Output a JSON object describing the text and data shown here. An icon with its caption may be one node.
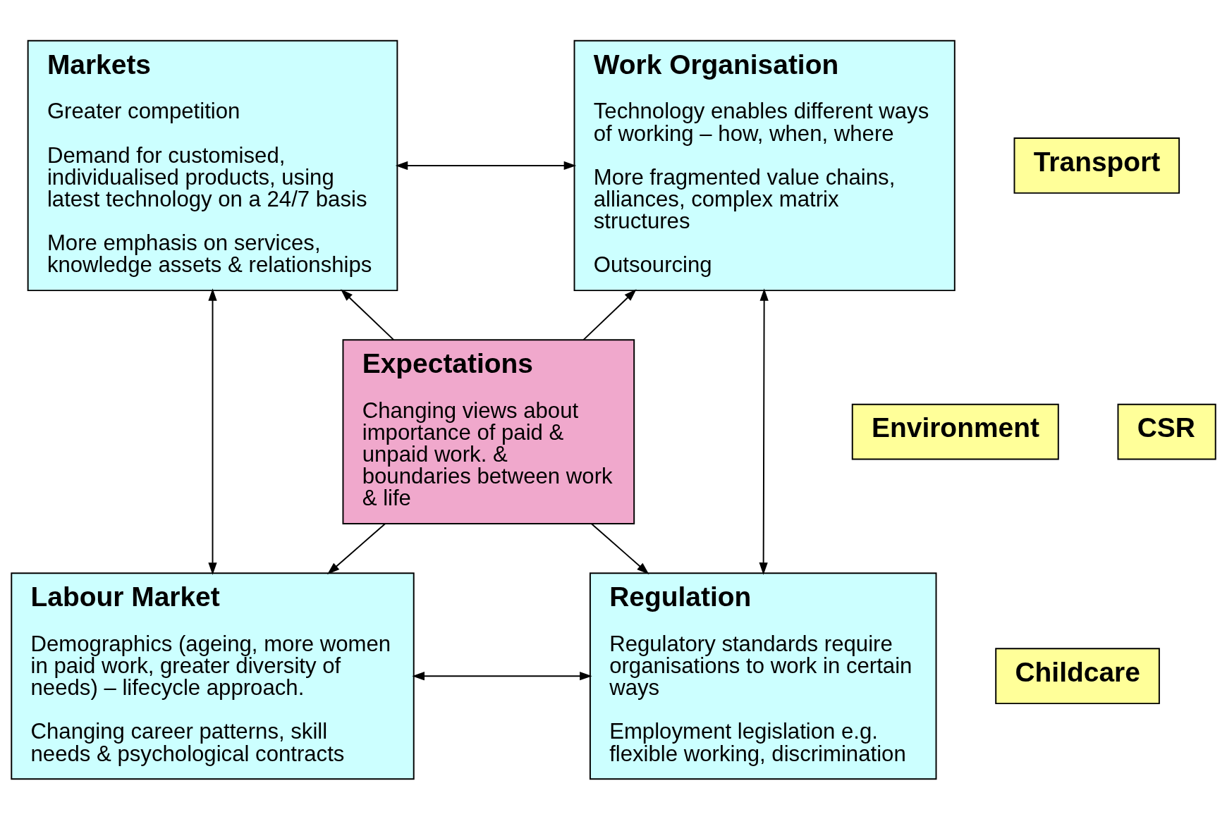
{
  "diagram": {
    "nodes": [
      {
        "text": [
          "Markets",
          "Greater competition",
          "Demand for customised, individualised products, using latest technology on a 24/7 basis",
          "More emphasis on services, knowledge assets & relationships"
        ]
      },
      {
        "text": [
          "Work Organisation",
          "Technology enables different ways of working – how, when, where",
          "More fragmented value chains, alliances, complex matrix structures",
          "Outsourcing"
        ]
      },
      {
        "text": [
          "Transport"
        ]
      },
      {
        "text": [
          "Environment"
        ]
      },
      {
        "text": [
          "Expectations",
          "Changing views about importance of paid & unpaid work. & boundaries between work & life"
        ]
      },
      {
        "text": [
          "CSR"
        ]
      },
      {
        "text": [
          "Labour Market",
          "Demographics (ageing, more women in paid work, greater diversity of needs) – lifecycle approach.",
          "Changing career patterns, skill needs & psychological contracts"
        ]
      },
      {
        "text": [
          "Childcare"
        ]
      },
      {
        "text": [
          "Regulation",
          "Regulatory standards require organisations to work in certain ways",
          "Employment legislation e.g. flexible working, discrimination"
        ]
      }
    ],
    "edges": [
      {
        "from": 0,
        "to": 1,
        "arrow": "both"
      },
      {
        "from": 4,
        "to": 0,
        "arrow": "to"
      },
      {
        "from": 4,
        "to": 1,
        "arrow": "to"
      },
      {
        "from": 0,
        "to": 6,
        "arrow": "both"
      },
      {
        "from": 1,
        "to": 8,
        "arrow": "both"
      },
      {
        "from": 4,
        "to": 6,
        "arrow": "to"
      },
      {
        "from": 4,
        "to": 8,
        "arrow": "to"
      },
      {
        "from": 6,
        "to": 8,
        "arrow": "both"
      }
    ]
  }
}
